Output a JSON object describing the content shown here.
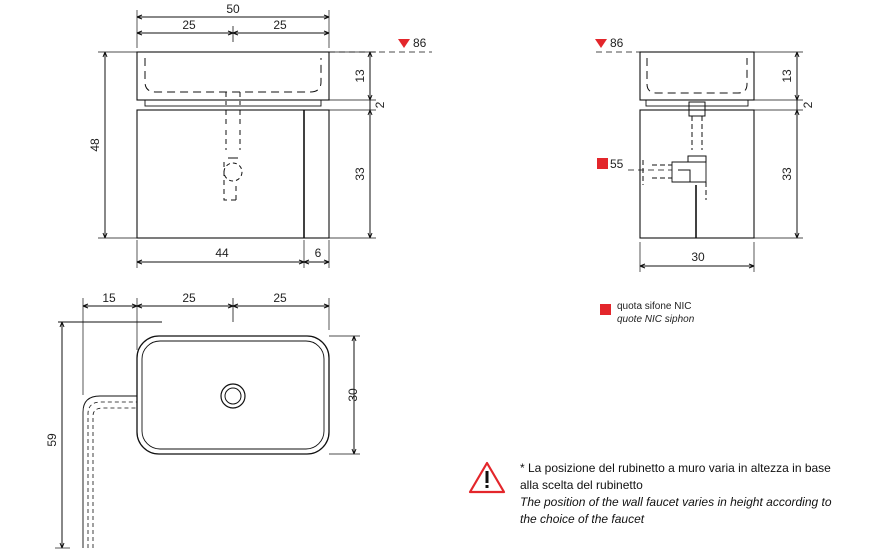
{
  "front_view": {
    "overall_width": "50",
    "half_left": "25",
    "half_right": "25",
    "height_total": "48",
    "basin_height": "13",
    "gap": "2",
    "cabinet_height": "33",
    "cabinet_width": "44",
    "side_panel": "6",
    "level_marker": "86"
  },
  "side_view": {
    "level_marker": "86",
    "siphon_marker": "55",
    "basin_height": "13",
    "gap": "2",
    "cabinet_height": "33",
    "depth": "30"
  },
  "top_view": {
    "offset": "15",
    "half_left": "25",
    "half_right": "25",
    "depth": "30",
    "total_depth": "59"
  },
  "legend": {
    "line1": "quota sifone NIC",
    "line2": "quote NIC siphon"
  },
  "note": {
    "it_line1": "* La posizione del rubinetto a muro varia in altezza in base",
    "it_line2": "alla scelta del rubinetto",
    "en_line1": "The position of the wall faucet varies in height according to",
    "en_line2": "the choice of the faucet"
  },
  "colors": {
    "marker": "#e3262b",
    "line": "#111111"
  }
}
